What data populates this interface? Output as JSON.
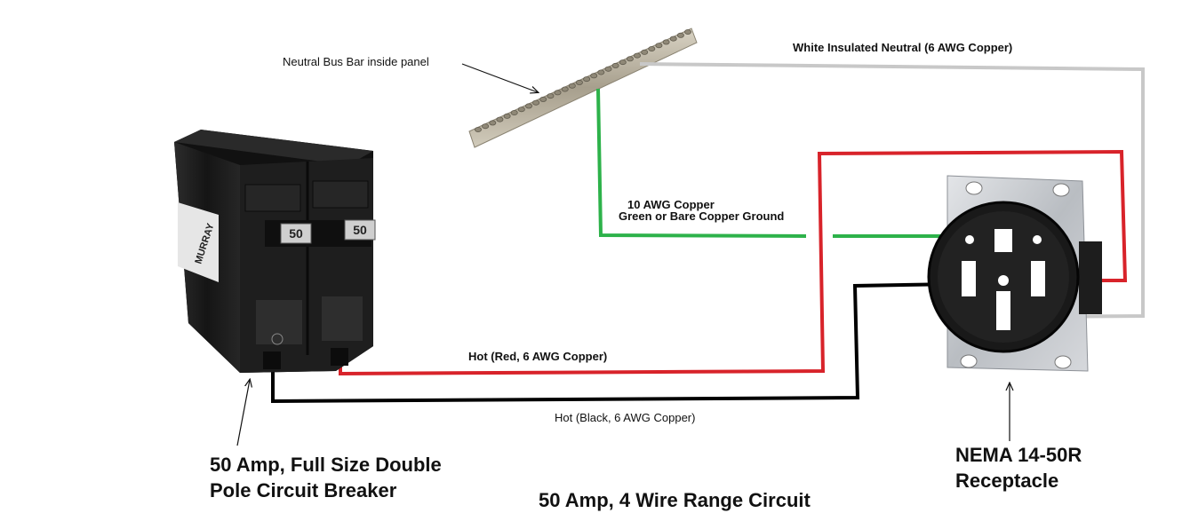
{
  "labels": {
    "bus_bar": "Neutral Bus Bar inside panel",
    "neutral_wire": "White Insulated Neutral (6 AWG Copper)",
    "ground_line1": "10 AWG Copper",
    "ground_line2": "Green or Bare Copper Ground",
    "hot_red": "Hot (Red, 6 AWG Copper)",
    "hot_black": "Hot (Black, 6 AWG Copper)",
    "breaker_line1": "50 Amp, Full Size Double",
    "breaker_line2": "Pole Circuit Breaker",
    "receptacle_line1": "NEMA 14-50R",
    "receptacle_line2": "Receptacle",
    "circuit_title": "50 Amp, 4 Wire Range Circuit"
  },
  "breaker": {
    "handle_left": "50",
    "handle_right": "50",
    "side_label": "MURRAY"
  },
  "colors": {
    "neutral": "#c8c8c8",
    "ground": "#2db24a",
    "hot_red": "#d8232a",
    "hot_black": "#000000",
    "breaker_body": "#1a1a1a",
    "plate": "#c4c7cc",
    "bus_bar": "#b7b0a0"
  }
}
